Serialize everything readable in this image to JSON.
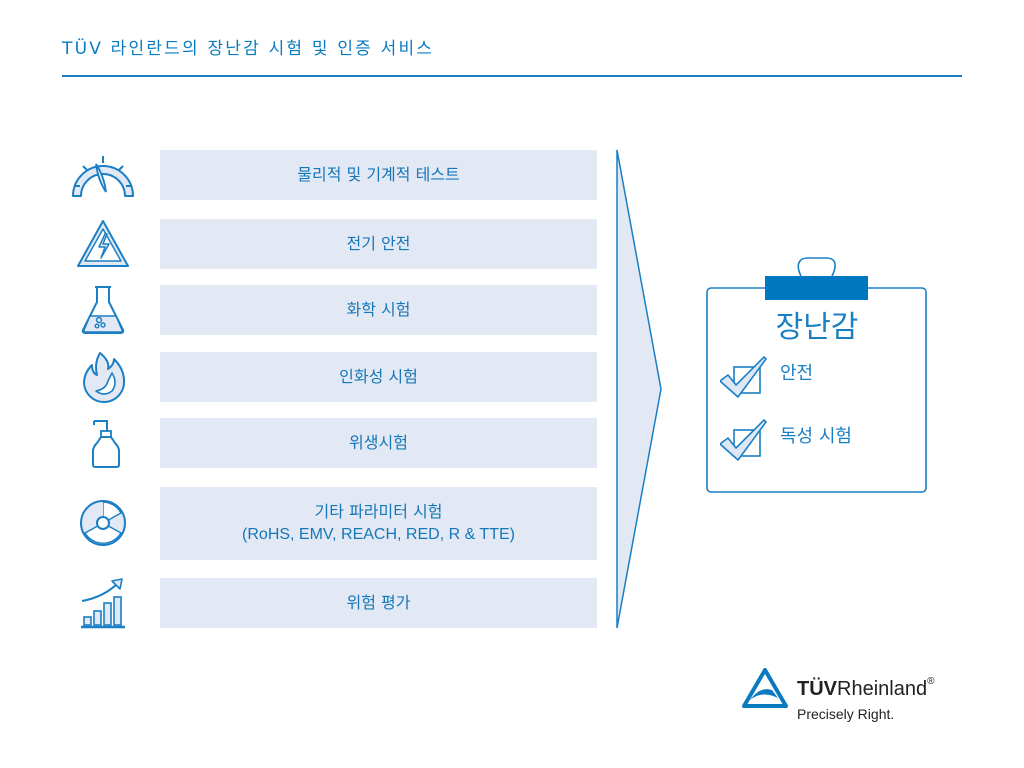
{
  "header": {
    "title": "TÜV 라인란드의 장난감 시험 및 인증 서비스"
  },
  "services": [
    {
      "label": "물리적 및 기계적 테스트",
      "sub": null,
      "icon": "gauge-icon"
    },
    {
      "label": "전기 안전",
      "sub": null,
      "icon": "electrical-warning-icon"
    },
    {
      "label": "화학 시험",
      "sub": null,
      "icon": "chemistry-flask-icon"
    },
    {
      "label": "인화성 시험",
      "sub": null,
      "icon": "flame-icon"
    },
    {
      "label": "위생시험",
      "sub": null,
      "icon": "pump-bottle-icon"
    },
    {
      "label": "기타 파라미터 시험",
      "sub": "(RoHS, EMV, REACH, RED, R & TTE)",
      "icon": "radiation-icon"
    },
    {
      "label": "위험 평가",
      "sub": null,
      "icon": "growth-chart-icon"
    }
  ],
  "clipboard": {
    "title": "장난감",
    "items": [
      {
        "label": "안전",
        "checked": true
      },
      {
        "label": "독성 시험",
        "checked": true
      }
    ]
  },
  "logo": {
    "brand_bold": "TÜV",
    "brand_rest": "Rheinland",
    "registered": "®",
    "tagline": "Precisely Right."
  },
  "colors": {
    "accent": "#0a7bc1",
    "box_fill": "#e2e9f5",
    "clip_bar": "#0078c1"
  }
}
